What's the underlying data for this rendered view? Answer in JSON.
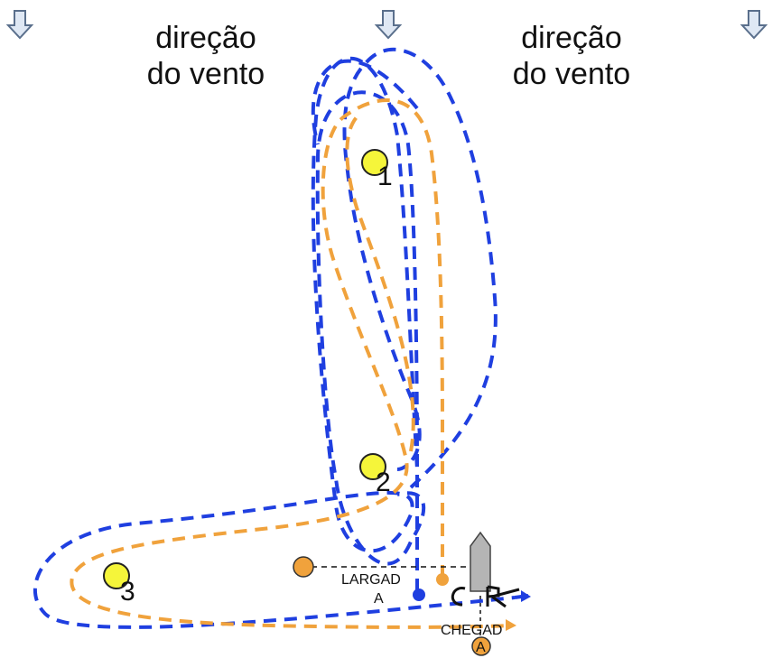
{
  "wind": {
    "label_line1": "direção",
    "label_line2": "do vento",
    "arrow_color": "#dfe8f4",
    "icon": "down-arrow-icon"
  },
  "marks": [
    {
      "number": "1",
      "color": "#f5f53a"
    },
    {
      "number": "2",
      "color": "#f5f53a"
    },
    {
      "number": "3",
      "color": "#f5f53a"
    }
  ],
  "start_line": {
    "label_line1": "LARGAD",
    "label_line2": "A"
  },
  "finish_line": {
    "label_line1": "CHEGAD",
    "label_line2": "A"
  },
  "colors": {
    "blue_route": "#1f3fe0",
    "orange_route": "#f0a23c",
    "committee_boat": "#b5b5b5",
    "start_buoy": "#f0a23c",
    "start_pin_blue": "#1f3fe0"
  }
}
